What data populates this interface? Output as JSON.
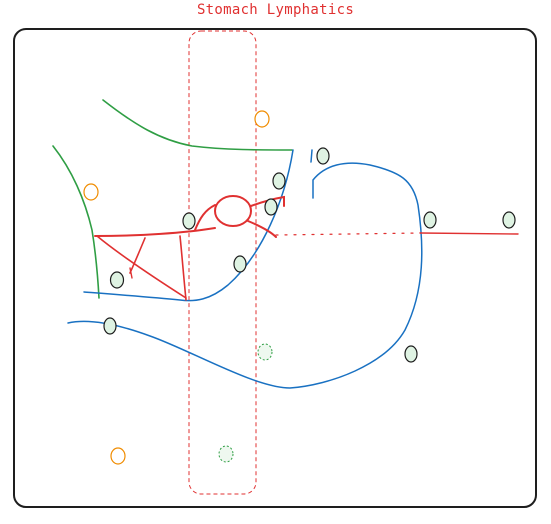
{
  "title": "Stomach Lymphatics",
  "colors": {
    "title": "#e03131",
    "frame": "#1e1e1e",
    "green_stroke": "#2f9e44",
    "blue_stroke": "#1971c2",
    "red_stroke": "#e03131",
    "red_dashed": "#e03131",
    "node_green_fill": "#dff3e3",
    "node_green_stroke": "#1e1e1e",
    "node_orange_stroke": "#f08c00",
    "node_dashed_stroke": "#2f9e44"
  },
  "nodes": {
    "outlined_count": 11,
    "orange_count": 3,
    "dashed_count": 2
  }
}
